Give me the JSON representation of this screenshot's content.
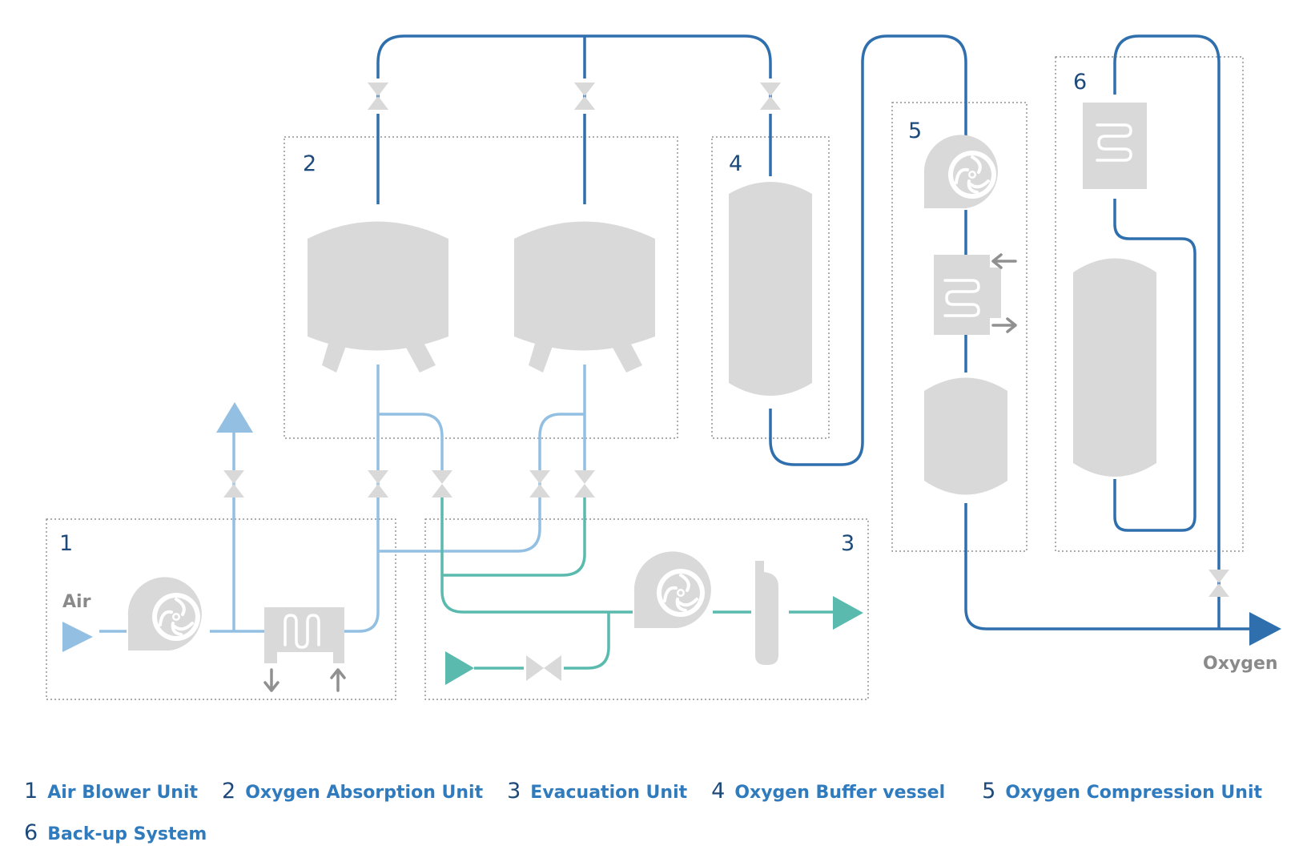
{
  "diagram": {
    "units": [
      {
        "number": "1"
      },
      {
        "number": "2"
      },
      {
        "number": "3"
      },
      {
        "number": "4"
      },
      {
        "number": "5"
      },
      {
        "number": "6"
      }
    ],
    "inlet_label": "Air",
    "outlet_label": "Oxygen",
    "colors": {
      "oxygen_line": "#2f6fad",
      "air_line": "#92bfe2",
      "vacuum_line": "#5abaae",
      "equipment": "#d9d9d9",
      "unit_number": "#1d4a7a",
      "legend_label": "#2f7bbd"
    }
  },
  "legend": [
    {
      "number": "1",
      "label": "Air Blower Unit"
    },
    {
      "number": "2",
      "label": "Oxygen Absorption Unit"
    },
    {
      "number": "3",
      "label": "Evacuation Unit"
    },
    {
      "number": "4",
      "label": "Oxygen Buffer vessel"
    },
    {
      "number": "5",
      "label": "Oxygen Compression Unit"
    },
    {
      "number": "6",
      "label": "Back-up System"
    }
  ]
}
